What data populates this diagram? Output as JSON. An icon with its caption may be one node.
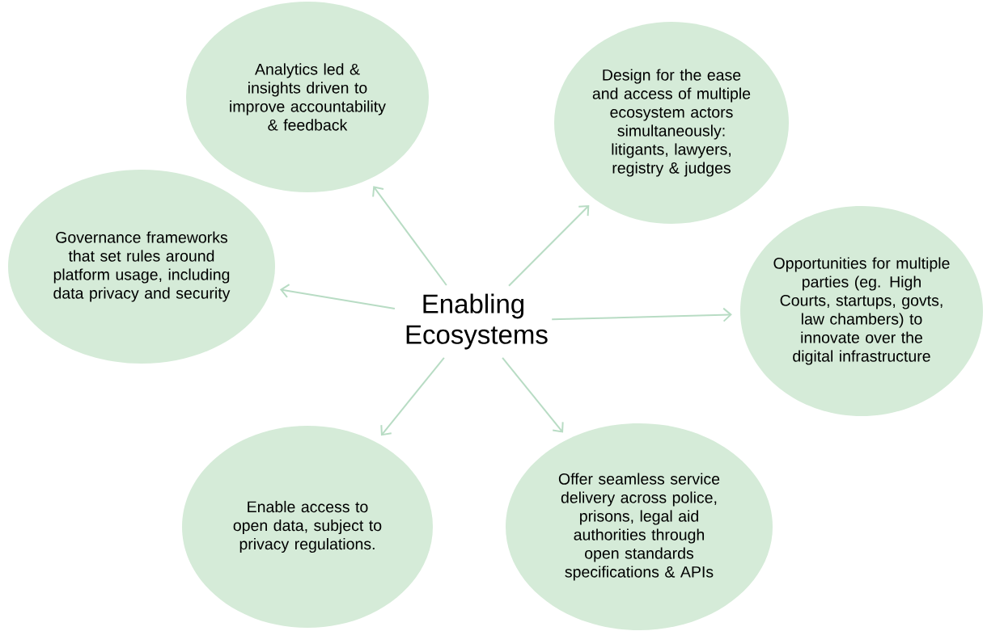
{
  "diagram": {
    "nodes": [
      {
        "text": [
          "Analytics led & insights driven to improve accountability & feedback"
        ]
      },
      {
        "text": [
          "Design for the ease and access of multiple ecosystem actors simultaneously: litigants, lawyers, registry & judges"
        ]
      },
      {
        "text": [
          "Governance frameworks that set rules around platform usage, including data privacy and security"
        ]
      },
      {
        "text": [
          "Enabling Ecosystems"
        ]
      },
      {
        "text": [
          "Opportunities for multiple parties (eg. High Courts, startups, govts, law chambers) to innovate over the digital infrastructure"
        ]
      },
      {
        "text": [
          "Enable access to open data, subject to privacy regulations."
        ]
      },
      {
        "text": [
          "Offer seamless service delivery across police, prisons, legal aid authorities through open standards specifications & APIs"
        ]
      }
    ],
    "edges": [
      {
        "from": 3,
        "to": 0,
        "arrow": "to"
      },
      {
        "from": 3,
        "to": 1,
        "arrow": "to"
      },
      {
        "from": 3,
        "to": 2,
        "arrow": "to"
      },
      {
        "from": 3,
        "to": 4,
        "arrow": "to"
      },
      {
        "from": 3,
        "to": 5,
        "arrow": "to"
      },
      {
        "from": 3,
        "to": 6,
        "arrow": "to"
      }
    ]
  }
}
